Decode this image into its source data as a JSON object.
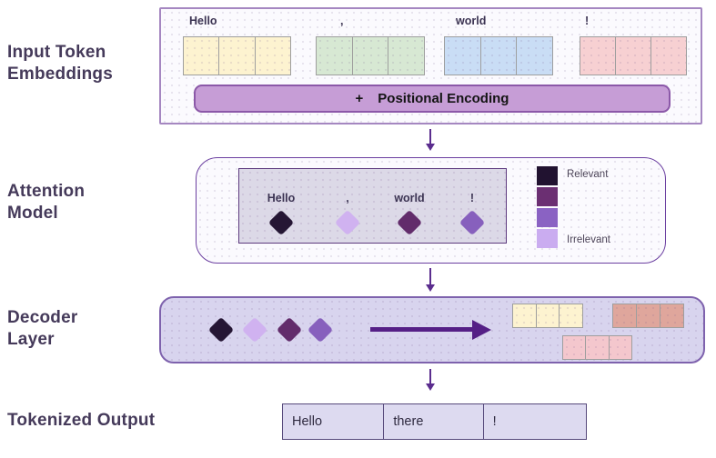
{
  "page": {
    "background": "#ffffff"
  },
  "section_labels": {
    "input": "Input Token Embeddings",
    "attention": "Attention Model",
    "decoder": "Decoder Layer",
    "output": "Tokenized Output"
  },
  "input_section": {
    "box_fill": "#fbfafe",
    "tokens": [
      {
        "label": "Hello",
        "fill": "#fdf3d0"
      },
      {
        "label": ",",
        "fill": "#d7e8d3"
      },
      {
        "label": "world",
        "fill": "#c9ddf5"
      },
      {
        "label": "!",
        "fill": "#f7d0d2"
      }
    ],
    "positional_bar": {
      "plus": "+",
      "label": "Positional Encoding",
      "fill": "#c69dd6"
    }
  },
  "attention_section": {
    "box_fill": "#fbfafe",
    "inner_fill": "#dcd9e7",
    "tokens": [
      {
        "label": "Hello",
        "diamond": "#251634"
      },
      {
        "label": ",",
        "diamond": "#d0b2f0"
      },
      {
        "label": "world",
        "diamond": "#622c6b"
      },
      {
        "label": "!",
        "diamond": "#8760bd"
      }
    ],
    "legend": {
      "top_label": "Relevant",
      "bottom_label": "Irrelevant",
      "colors": [
        "#211230",
        "#6b2f72",
        "#8a62c3",
        "#caacf0"
      ]
    }
  },
  "decoder_section": {
    "box_fill": "#d8d4ee",
    "diamonds": [
      "#251634",
      "#d0b2f0",
      "#622c6b",
      "#8760bd"
    ],
    "strips": [
      {
        "name": "yellow-strip",
        "fill": "#fdf3d0"
      },
      {
        "name": "salmon-strip",
        "fill": "#dfa69c"
      },
      {
        "name": "pink-strip",
        "fill": "#f4c7cd"
      }
    ]
  },
  "output_section": {
    "cells": [
      "Hello",
      "there",
      "!"
    ]
  },
  "colors": {
    "flow_arrow": "#5b2d8e",
    "decoder_arrow": "#551f86",
    "label_text": "#453a5a"
  }
}
